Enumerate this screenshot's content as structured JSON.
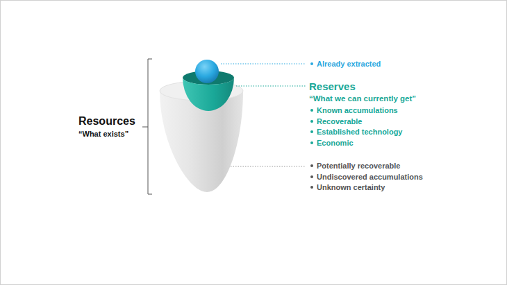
{
  "diagram": {
    "labels": [
      "Resources",
      "“What exists”",
      "Already extracted",
      "Reserves",
      "“What we can currently get”",
      "Known accumulations",
      "Recoverable",
      "Established technology",
      "Economic",
      "Potentially recoverable",
      "Undiscovered accumulations",
      "Unknown certainty"
    ]
  }
}
